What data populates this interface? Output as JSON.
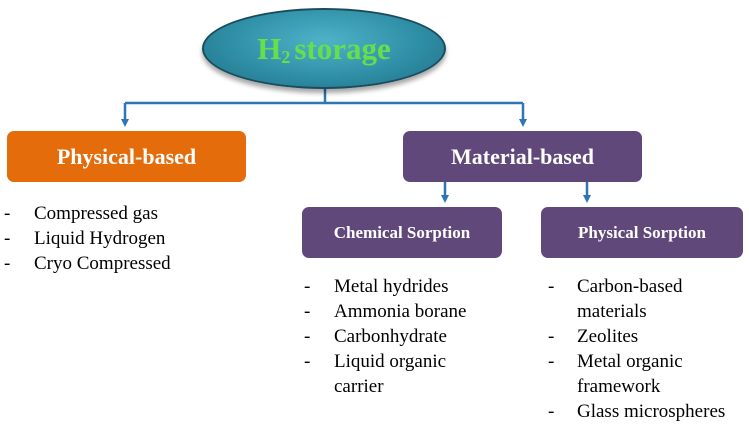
{
  "root": {
    "label_main": "H",
    "label_sub": "2",
    "label_rest": "storage",
    "text_color": "#66e04a",
    "fill_color": "#2f8fa6"
  },
  "physical_based": {
    "label": "Physical-based",
    "color": "#e46c0a",
    "items": [
      {
        "dash": "-",
        "text": "Compressed gas"
      },
      {
        "dash": "-",
        "text": "Liquid Hydrogen"
      },
      {
        "dash": "-",
        "text": "Cryo Compressed"
      }
    ]
  },
  "material_based": {
    "label": "Material-based",
    "color": "#60497a"
  },
  "chemical_sorption": {
    "label": "Chemical Sorption",
    "items": [
      {
        "dash": "-",
        "text": "Metal hydrides"
      },
      {
        "dash": "-",
        "text": "Ammonia borane"
      },
      {
        "dash": "-",
        "text": "Carbonhydrate"
      },
      {
        "dash": "-",
        "text": "Liquid organic carrier"
      }
    ]
  },
  "physical_sorption": {
    "label": "Physical Sorption",
    "items": [
      {
        "dash": "-",
        "text": "Carbon-based materials"
      },
      {
        "dash": "-",
        "text": "Zeolites"
      },
      {
        "dash": "-",
        "text": "Metal organic framework"
      },
      {
        "dash": "-",
        "text": "Glass microspheres"
      }
    ]
  },
  "connector_color": "#2e75b6"
}
